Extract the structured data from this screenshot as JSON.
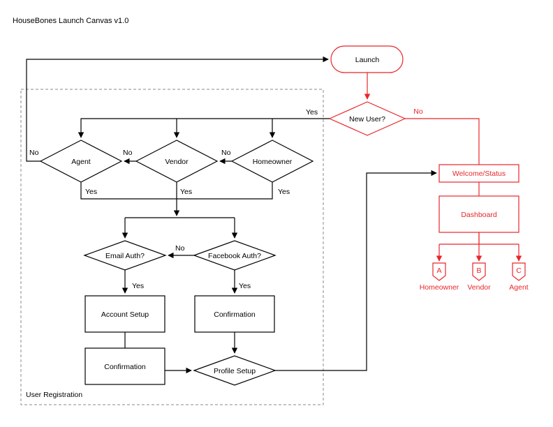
{
  "title": "HouseBones Launch Canvas  v1.0",
  "colors": {
    "black": "#000000",
    "red": "#e8262a",
    "group_border": "#8a8a8a"
  },
  "group": {
    "label": "User Registration"
  },
  "nodes": {
    "launch": "Launch",
    "new_user": "New User?",
    "agent": "Agent",
    "vendor": "Vendor",
    "homeowner": "Homeowner",
    "email_auth": "Email Auth?",
    "facebook_auth": "Facebook Auth?",
    "account_setup": "Account Setup",
    "confirmation_fb": "Confirmation",
    "confirmation_email": "Confirmation",
    "profile_setup": "Profile Setup",
    "welcome_status": "Welcome/Status",
    "dashboard": "Dashboard"
  },
  "edge_labels": {
    "new_user_yes": "Yes",
    "new_user_no": "No",
    "agent_no": "No",
    "vendor_no": "No",
    "homeowner_no": "No",
    "agent_yes": "Yes",
    "vendor_yes": "Yes",
    "homeowner_yes": "Yes",
    "facebook_no": "No",
    "email_yes": "Yes",
    "facebook_yes": "Yes"
  },
  "connectors": [
    {
      "letter": "A",
      "label": "Homeowner"
    },
    {
      "letter": "B",
      "label": "Vendor"
    },
    {
      "letter": "C",
      "label": "Agent"
    }
  ]
}
